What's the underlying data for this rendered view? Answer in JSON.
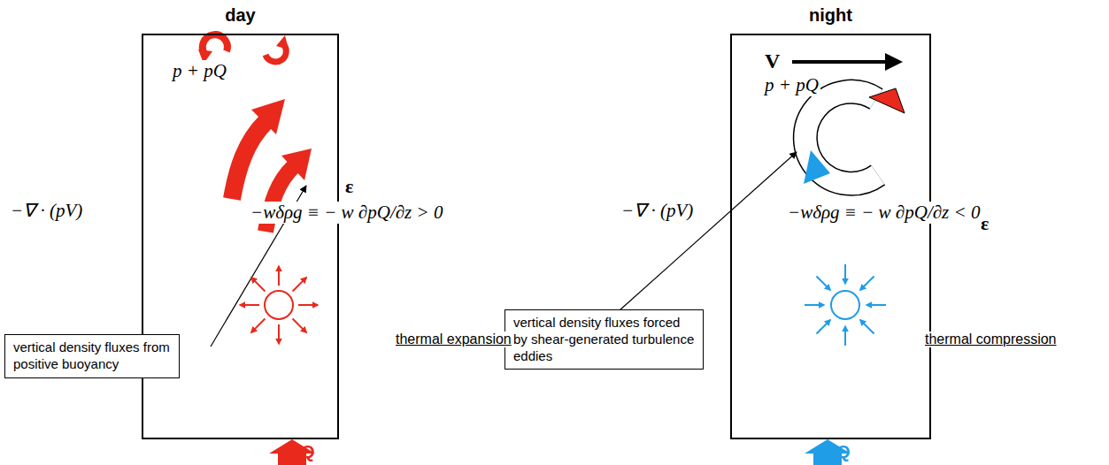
{
  "diagram": {
    "nodes": [
      {
        "text": [
          "day"
        ]
      },
      {
        "text": [
          "vertical density fluxes from positive buoyancy"
        ]
      },
      {
        "text": [
          "night"
        ]
      },
      {
        "text": [
          "vertical density fluxes forced by shear-generated turbulence eddies"
        ]
      }
    ],
    "labels": [
      "p + pQ",
      "−∇ · (pV)",
      "ε",
      "−wδρg ≡ − w ∂pQ/∂z > 0",
      "thermal expansion",
      "Q",
      "V",
      "p + pQ",
      "−∇ · (pV)",
      "−wδρg ≡ − w ∂pQ/∂z < 0",
      "ε",
      "thermal compression",
      "Q"
    ]
  }
}
